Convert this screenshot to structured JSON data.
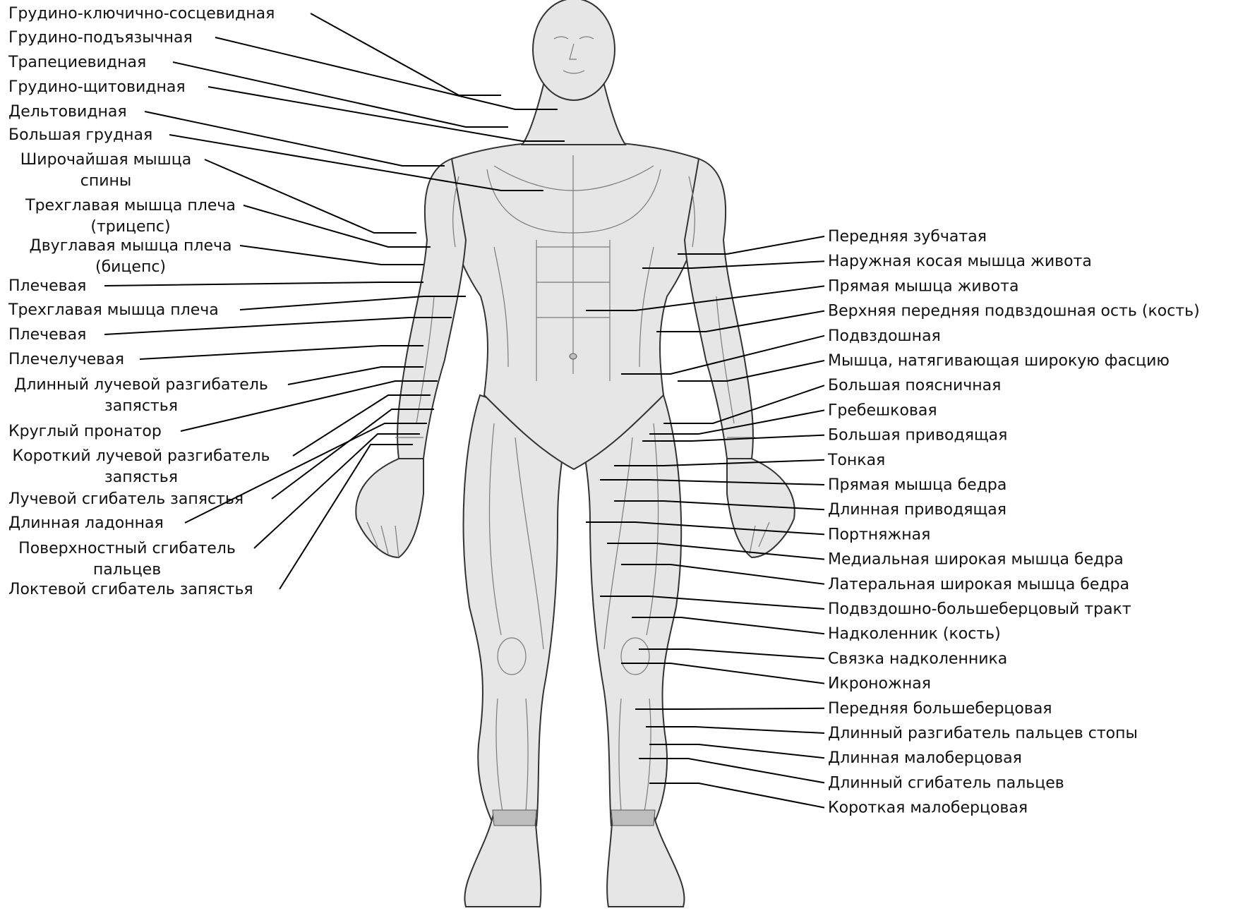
{
  "left_labels": [
    {
      "id": "sternocleidomastoid",
      "lines": [
        "Грудино-ключично-сосцевидная"
      ]
    },
    {
      "id": "sternohyoid",
      "lines": [
        "Грудино-подъязычная"
      ]
    },
    {
      "id": "trapezius",
      "lines": [
        "Трапециевидная"
      ]
    },
    {
      "id": "sternothyroid",
      "lines": [
        "Грудино-щитовидная"
      ]
    },
    {
      "id": "deltoid",
      "lines": [
        "Дельтовидная"
      ]
    },
    {
      "id": "pectoralis-major",
      "lines": [
        "Большая грудная"
      ]
    },
    {
      "id": "latissimus",
      "lines": [
        "Широчайшая мышца",
        "спины"
      ]
    },
    {
      "id": "triceps",
      "lines": [
        "Трехглавая мышца плеча",
        "(трицепс)"
      ]
    },
    {
      "id": "biceps",
      "lines": [
        "Двуглавая мышца плеча",
        "(бицепс)"
      ]
    },
    {
      "id": "brachialis-1",
      "lines": [
        "Плечевая"
      ]
    },
    {
      "id": "triceps-2",
      "lines": [
        "Трехглавая мышца плеча"
      ]
    },
    {
      "id": "brachialis-2",
      "lines": [
        "Плечевая"
      ]
    },
    {
      "id": "brachioradialis",
      "lines": [
        "Плечелучевая"
      ]
    },
    {
      "id": "ext-carpi-radialis-longus",
      "lines": [
        "Длинный лучевой разгибатель",
        "запястья"
      ]
    },
    {
      "id": "pronator-teres",
      "lines": [
        "Круглый пронатор"
      ]
    },
    {
      "id": "ext-carpi-radialis-brevis",
      "lines": [
        "Короткий лучевой разгибатель",
        "запястья"
      ]
    },
    {
      "id": "flexor-carpi-radialis",
      "lines": [
        "Лучевой сгибатель запястья"
      ]
    },
    {
      "id": "palmaris-longus",
      "lines": [
        "Длинная ладонная"
      ]
    },
    {
      "id": "flexor-digitorum-superficialis",
      "lines": [
        "Поверхностный сгибатель",
        "пальцев"
      ]
    },
    {
      "id": "flexor-carpi-ulnaris",
      "lines": [
        "Локтевой сгибатель запястья"
      ]
    }
  ],
  "right_labels": [
    "Передняя зубчатая",
    "Наружная косая мышца живота",
    "Прямая мышца живота",
    "Верхняя передняя подвздошная ость (кость)",
    "Подвздошная",
    "Мышца, натягивающая широкую фасцию",
    "Большая поясничная",
    "Гребешковая",
    "Большая приводящая",
    "Тонкая",
    "Прямая мышца бедра",
    "Длинная приводящая",
    "Портняжная",
    "Медиальная широкая мышца бедра",
    "Латеральная широкая мышца бедра",
    "Подвздошно-большеберцовый тракт",
    "Надколенник (кость)",
    "Связка надколенника",
    "Икроножная",
    "Передняя большеберцовая",
    "Длинный разгибатель пальцев стопы",
    "Длинная малоберцовая",
    "Длинный сгибатель пальцев",
    "Короткая малоберцовая"
  ]
}
